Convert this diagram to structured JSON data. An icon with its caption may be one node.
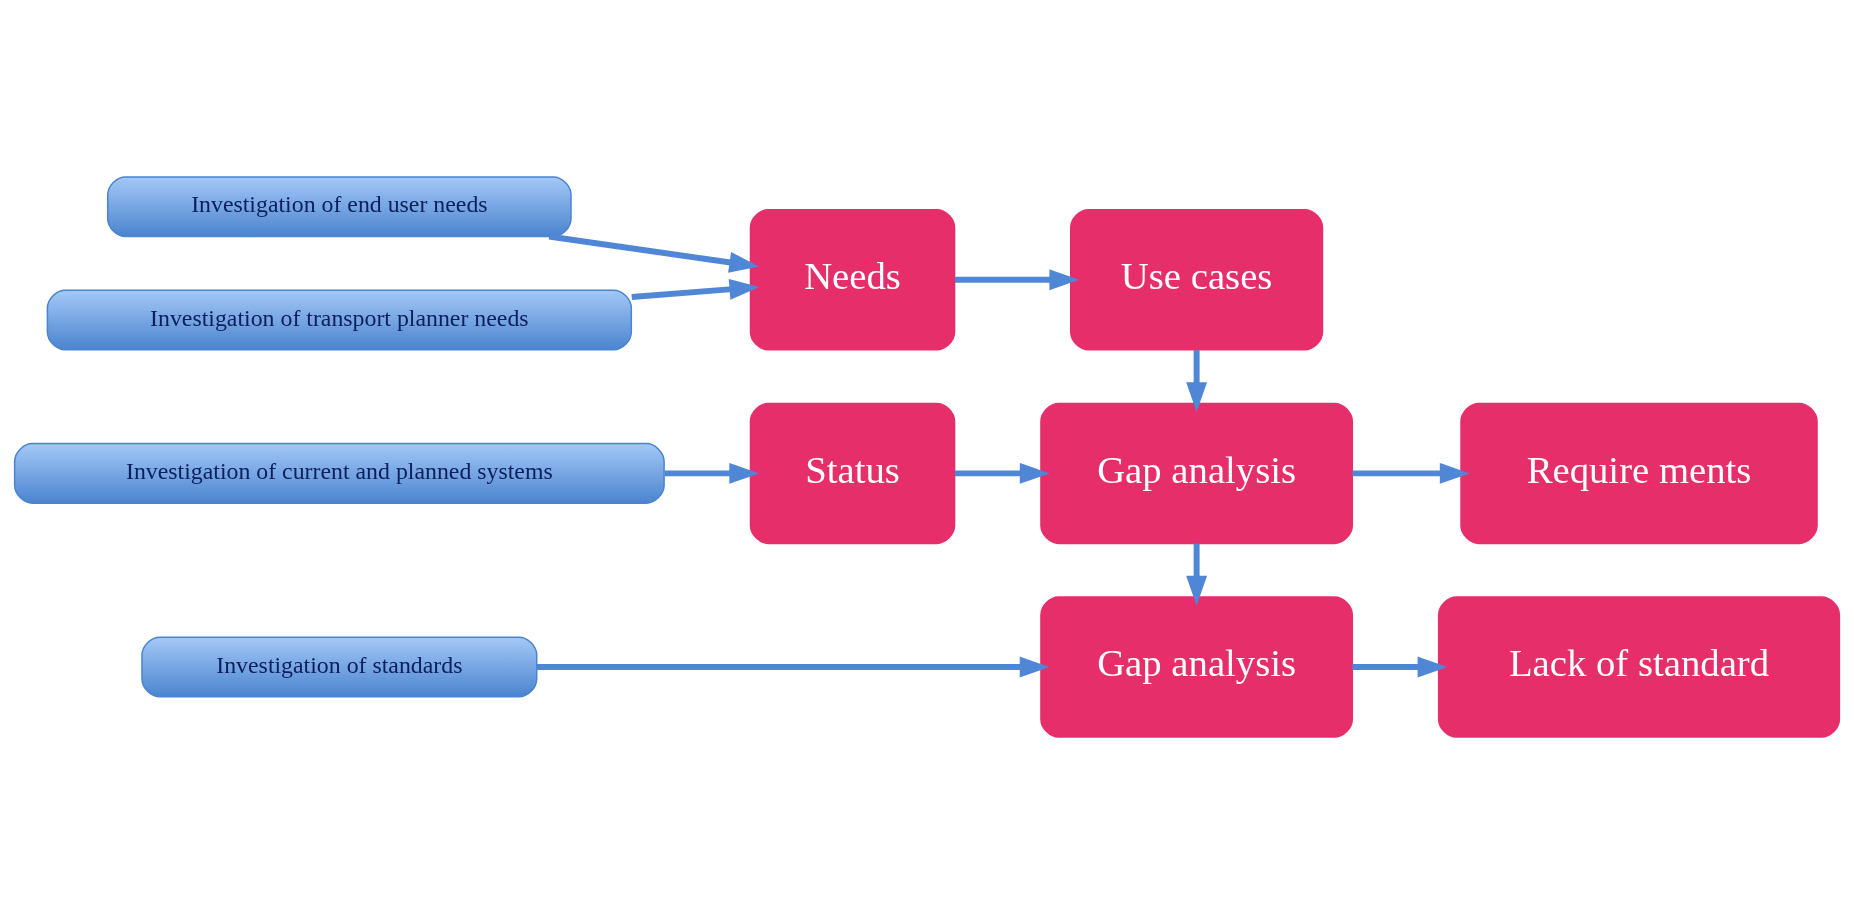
{
  "diagram": {
    "nodes": [
      {
        "text": [
          "Investigation of standards"
        ]
      },
      {
        "text": [
          "Investigation of current and planned systems"
        ]
      },
      {
        "text": [
          "Investigation of end user needs"
        ]
      },
      {
        "text": [
          "Investigation of transport planner needs"
        ]
      },
      {
        "text": [
          "Gap analysis"
        ]
      },
      {
        "text": [
          "Lack of standard"
        ]
      },
      {
        "text": [
          "Status"
        ]
      },
      {
        "text": [
          "Gap analysis"
        ]
      },
      {
        "text": [
          "Require ments"
        ]
      },
      {
        "text": [
          "Needs"
        ]
      },
      {
        "text": [
          "Use cases"
        ]
      }
    ],
    "edges": [
      {
        "from": 0,
        "to": 4,
        "arrow": "to"
      },
      {
        "from": 4,
        "to": 5,
        "arrow": "to"
      },
      {
        "from": 1,
        "to": 6,
        "arrow": "to"
      },
      {
        "from": 6,
        "to": 7,
        "arrow": "to"
      },
      {
        "from": 7,
        "to": 4,
        "arrow": "to"
      },
      {
        "from": 7,
        "to": 8,
        "arrow": "to"
      },
      {
        "from": 2,
        "to": 9,
        "arrow": "to"
      },
      {
        "from": 3,
        "to": 9,
        "arrow": "to"
      },
      {
        "from": 9,
        "to": 10,
        "arrow": "to"
      },
      {
        "from": 10,
        "to": 7,
        "arrow": "to"
      }
    ]
  }
}
